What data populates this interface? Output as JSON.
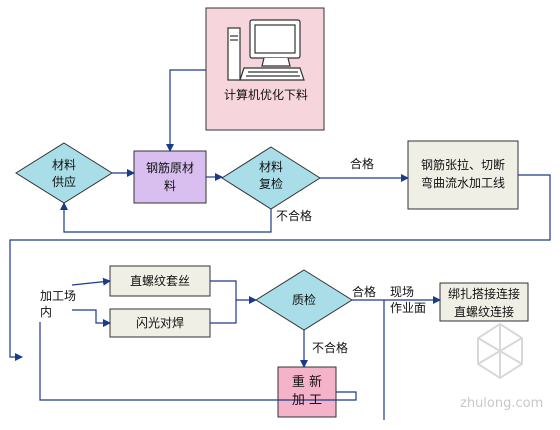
{
  "nodes": {
    "computer": "计算机优化下料",
    "material_supply_line1": "材料",
    "material_supply_line2": "供应",
    "rebar_raw_line1": "钢筋原材",
    "rebar_raw_line2": "料",
    "material_recheck_line1": "材料",
    "material_recheck_line2": "复检",
    "tension_line1": "钢筋张拉、切断",
    "tension_line2": "弯曲流水加工线",
    "straight_thread": "直螺纹套丝",
    "flash_weld": "闪光对焊",
    "quality_check": "质检",
    "rework_line1": "重  新",
    "rework_line2": "加  工",
    "binding_line1": "绑扎搭接连接",
    "binding_line2": "直螺纹连接"
  },
  "labels": {
    "pass_1": "合格",
    "fail_1": "不合格",
    "pass_2": "合格",
    "fail_2": "不合格",
    "processing_site_line1": "加工场",
    "processing_site_line2": "内",
    "work_face_line1": "现场",
    "work_face_line2": "作业面"
  },
  "watermark": "zhulong.com",
  "colors": {
    "computer_box_fill": "#f7d5dc",
    "diamond_fill": "#a9dde8",
    "rebar_box_fill": "#d8bff0",
    "tan_box_fill": "#efefe6",
    "rework_fill": "#f4b3c8",
    "line": "#1a3b8c"
  }
}
